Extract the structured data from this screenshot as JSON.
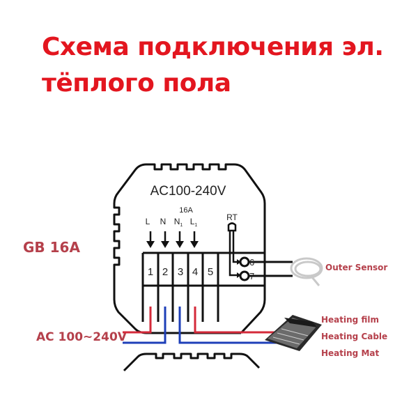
{
  "title": {
    "line1": "Схема подключения эл.",
    "line2": "тёплого пола"
  },
  "diagram": {
    "voltage_header": "AC100-240V",
    "current_rating": "16A",
    "terminal_labels": [
      "L",
      "N",
      "N1",
      "L1"
    ],
    "sensor_label": "RT",
    "terminals": [
      "1",
      "2",
      "3",
      "4",
      "5"
    ],
    "sensor_terminals": [
      "6",
      "7"
    ],
    "gb_label": "GB 16A",
    "supply_label": "AC 100~240V",
    "outer_sensor_label": "Outer Sensor",
    "load_labels": [
      "Heating film",
      "Heating Cable",
      "Heating Mat"
    ],
    "colors": {
      "title": "#e3161f",
      "label": "#b5404b",
      "live_wire": "#d42a3a",
      "neutral_wire": "#1e3fb8",
      "outline": "#111111"
    }
  }
}
